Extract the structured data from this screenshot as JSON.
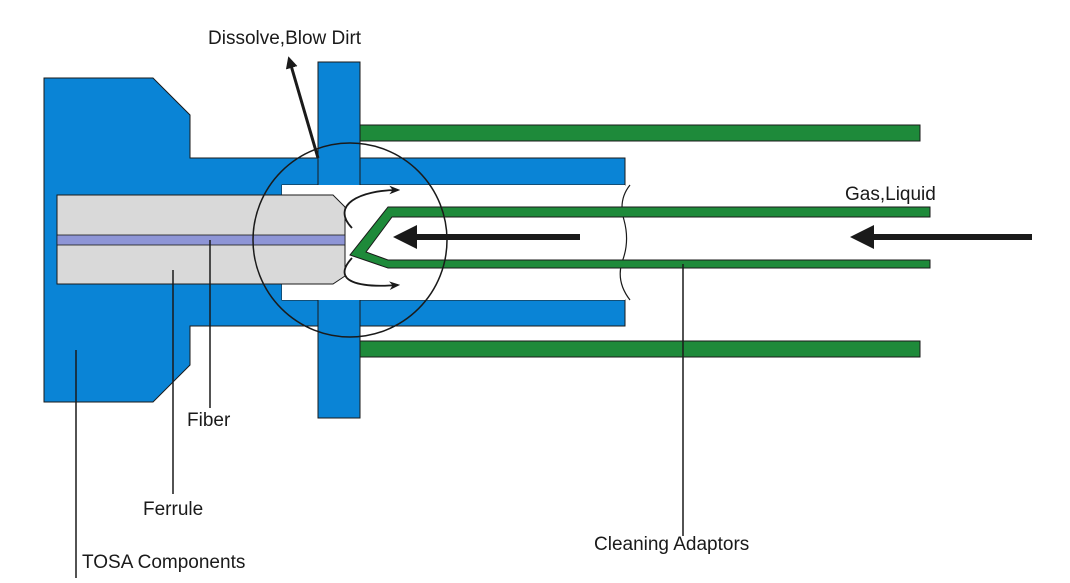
{
  "labels": {
    "dissolve": "Dissolve,Blow Dirt",
    "gas_liquid": "Gas,Liquid",
    "fiber": "Fiber",
    "ferrule": "Ferrule",
    "tosa": "TOSA Components",
    "cleaning": "Cleaning Adaptors"
  },
  "colors": {
    "housing": "#0a84d6",
    "adaptor": "#1e8a3a",
    "ferrule": "#d9d9d9",
    "fiber": "#8e95d6",
    "line": "#1a1a1a"
  }
}
